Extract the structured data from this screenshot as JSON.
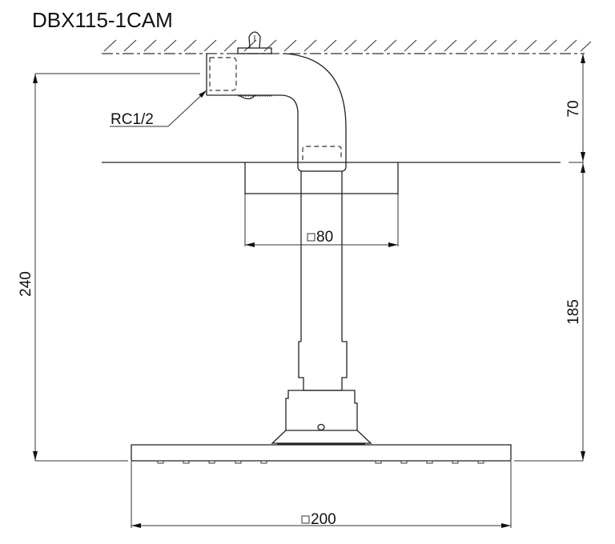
{
  "title": "DBX115-1CAM",
  "annotations": {
    "thread_label": "RC1/2"
  },
  "dimensions": {
    "ceiling_to_flange": "70",
    "total_height": "240",
    "flange_to_head": "185",
    "flange_size": "80",
    "head_size": "200",
    "square_symbol": "□"
  },
  "colors": {
    "line": "#222222",
    "background": "#ffffff"
  }
}
